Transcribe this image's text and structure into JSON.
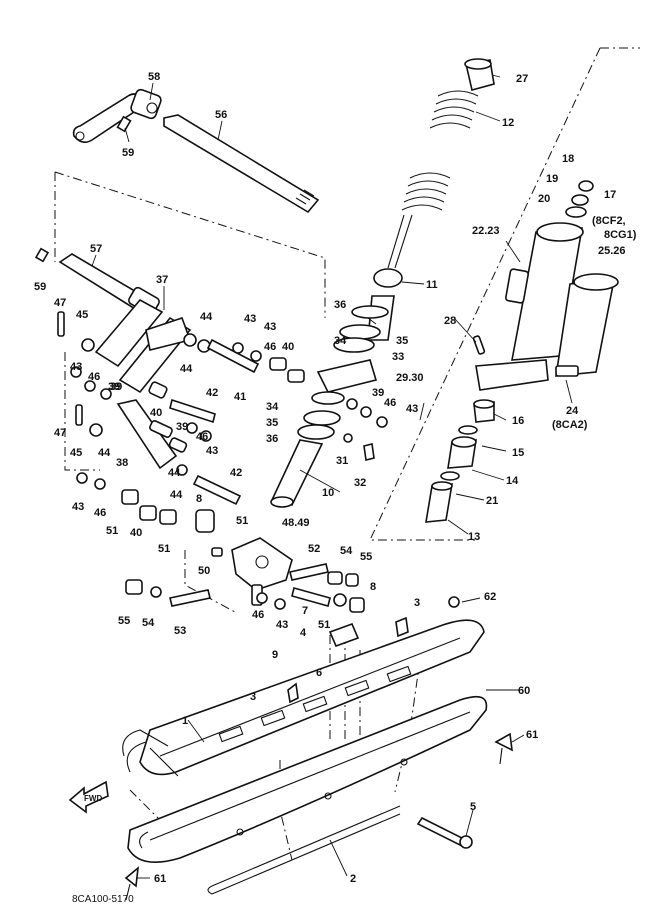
{
  "diagram": {
    "code": "8CA100-5170",
    "direction_label": "FWD",
    "callouts": [
      "58",
      "56",
      "59",
      "57",
      "59",
      "37",
      "47",
      "45",
      "43",
      "46",
      "39",
      "44",
      "43",
      "44",
      "40",
      "43",
      "46",
      "41",
      "42",
      "40",
      "39",
      "44",
      "47",
      "45",
      "44",
      "38",
      "39",
      "46",
      "43",
      "42",
      "43",
      "46",
      "51",
      "40",
      "51",
      "8",
      "51",
      "44",
      "48.49",
      "50",
      "52",
      "54",
      "55",
      "55",
      "54",
      "53",
      "46",
      "43",
      "7",
      "8",
      "51",
      "4",
      "3",
      "62",
      "9",
      "6",
      "3",
      "1",
      "60",
      "61",
      "5",
      "2",
      "61",
      "27",
      "12",
      "18",
      "19",
      "17",
      "20",
      "(8CF2,",
      "8CG1)",
      "22.23",
      "25.26",
      "11",
      "36",
      "34",
      "35",
      "33",
      "28",
      "29.30",
      "34",
      "35",
      "36",
      "10",
      "31",
      "32",
      "39",
      "46",
      "43",
      "16",
      "15",
      "14",
      "21",
      "13",
      "24",
      "(8CA2)"
    ]
  }
}
